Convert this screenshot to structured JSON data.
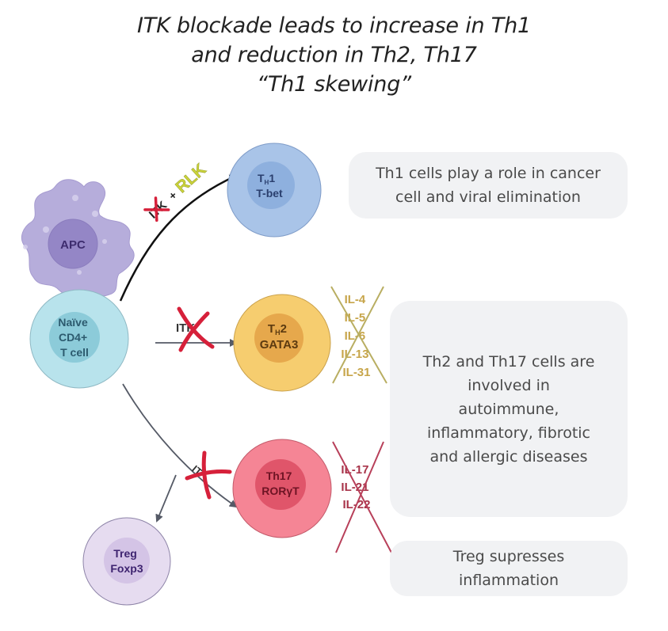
{
  "title": {
    "lines": [
      "ITK blockade leads to increase in Th1",
      "and reduction in Th2, Th17",
      "“Th1 skewing”"
    ]
  },
  "colors": {
    "apc_body": "#b6addb",
    "apc_nucleus": "#9486c6",
    "naive_outer": "#b8e3ec",
    "naive_inner": "#8ccbd9",
    "th1_outer": "#a9c4e8",
    "th1_inner": "#8eb0de",
    "th2_outer": "#f6cd6f",
    "th2_inner": "#e6a84c",
    "th17_outer": "#f58595",
    "th17_inner": "#e0556a",
    "treg_outer": "#e6dcf0",
    "treg_inner": "#d4c4e6",
    "blocked_cross": "#d6203a",
    "rlk_text": "#c9d23a",
    "note_bg": "#f1f2f4"
  },
  "cells": {
    "apc": {
      "label": "APC"
    },
    "naive": {
      "lines": [
        "Naïve",
        "CD4+",
        "T cell"
      ]
    },
    "th1": {
      "line1_main": "T",
      "line1_sub": "H",
      "line1_tail": "1",
      "line2": "T-bet"
    },
    "th2": {
      "line1_main": "T",
      "line1_sub": "H",
      "line1_tail": "2",
      "line2": "GATA3"
    },
    "th17": {
      "line1": "Th17",
      "line2": "RORγT"
    },
    "treg": {
      "line1": "Treg",
      "line2": "Foxp3"
    }
  },
  "arrows": {
    "to_th1": {
      "blocked_label": "ITK",
      "plus": "+",
      "active_label": "RLK"
    },
    "to_th2": {
      "blocked_label": "ITK"
    },
    "to_th17": {
      "blocked_label": "IT"
    }
  },
  "cytokines": {
    "th2": [
      "IL-4",
      "IL-5",
      "IL-6",
      "IL-13",
      "IL-31"
    ],
    "th17": [
      "IL-17",
      "IL-21",
      "IL-22"
    ]
  },
  "notes": {
    "th1": [
      "Th1 cells play a role in cancer",
      "cell and viral elimination"
    ],
    "th2_th17": [
      "Th2 and Th17 cells are",
      "involved in",
      "autoimmune,",
      "inflammatory, fibrotic",
      "and allergic diseases"
    ],
    "treg": [
      "Treg supresses",
      "inflammation"
    ]
  }
}
